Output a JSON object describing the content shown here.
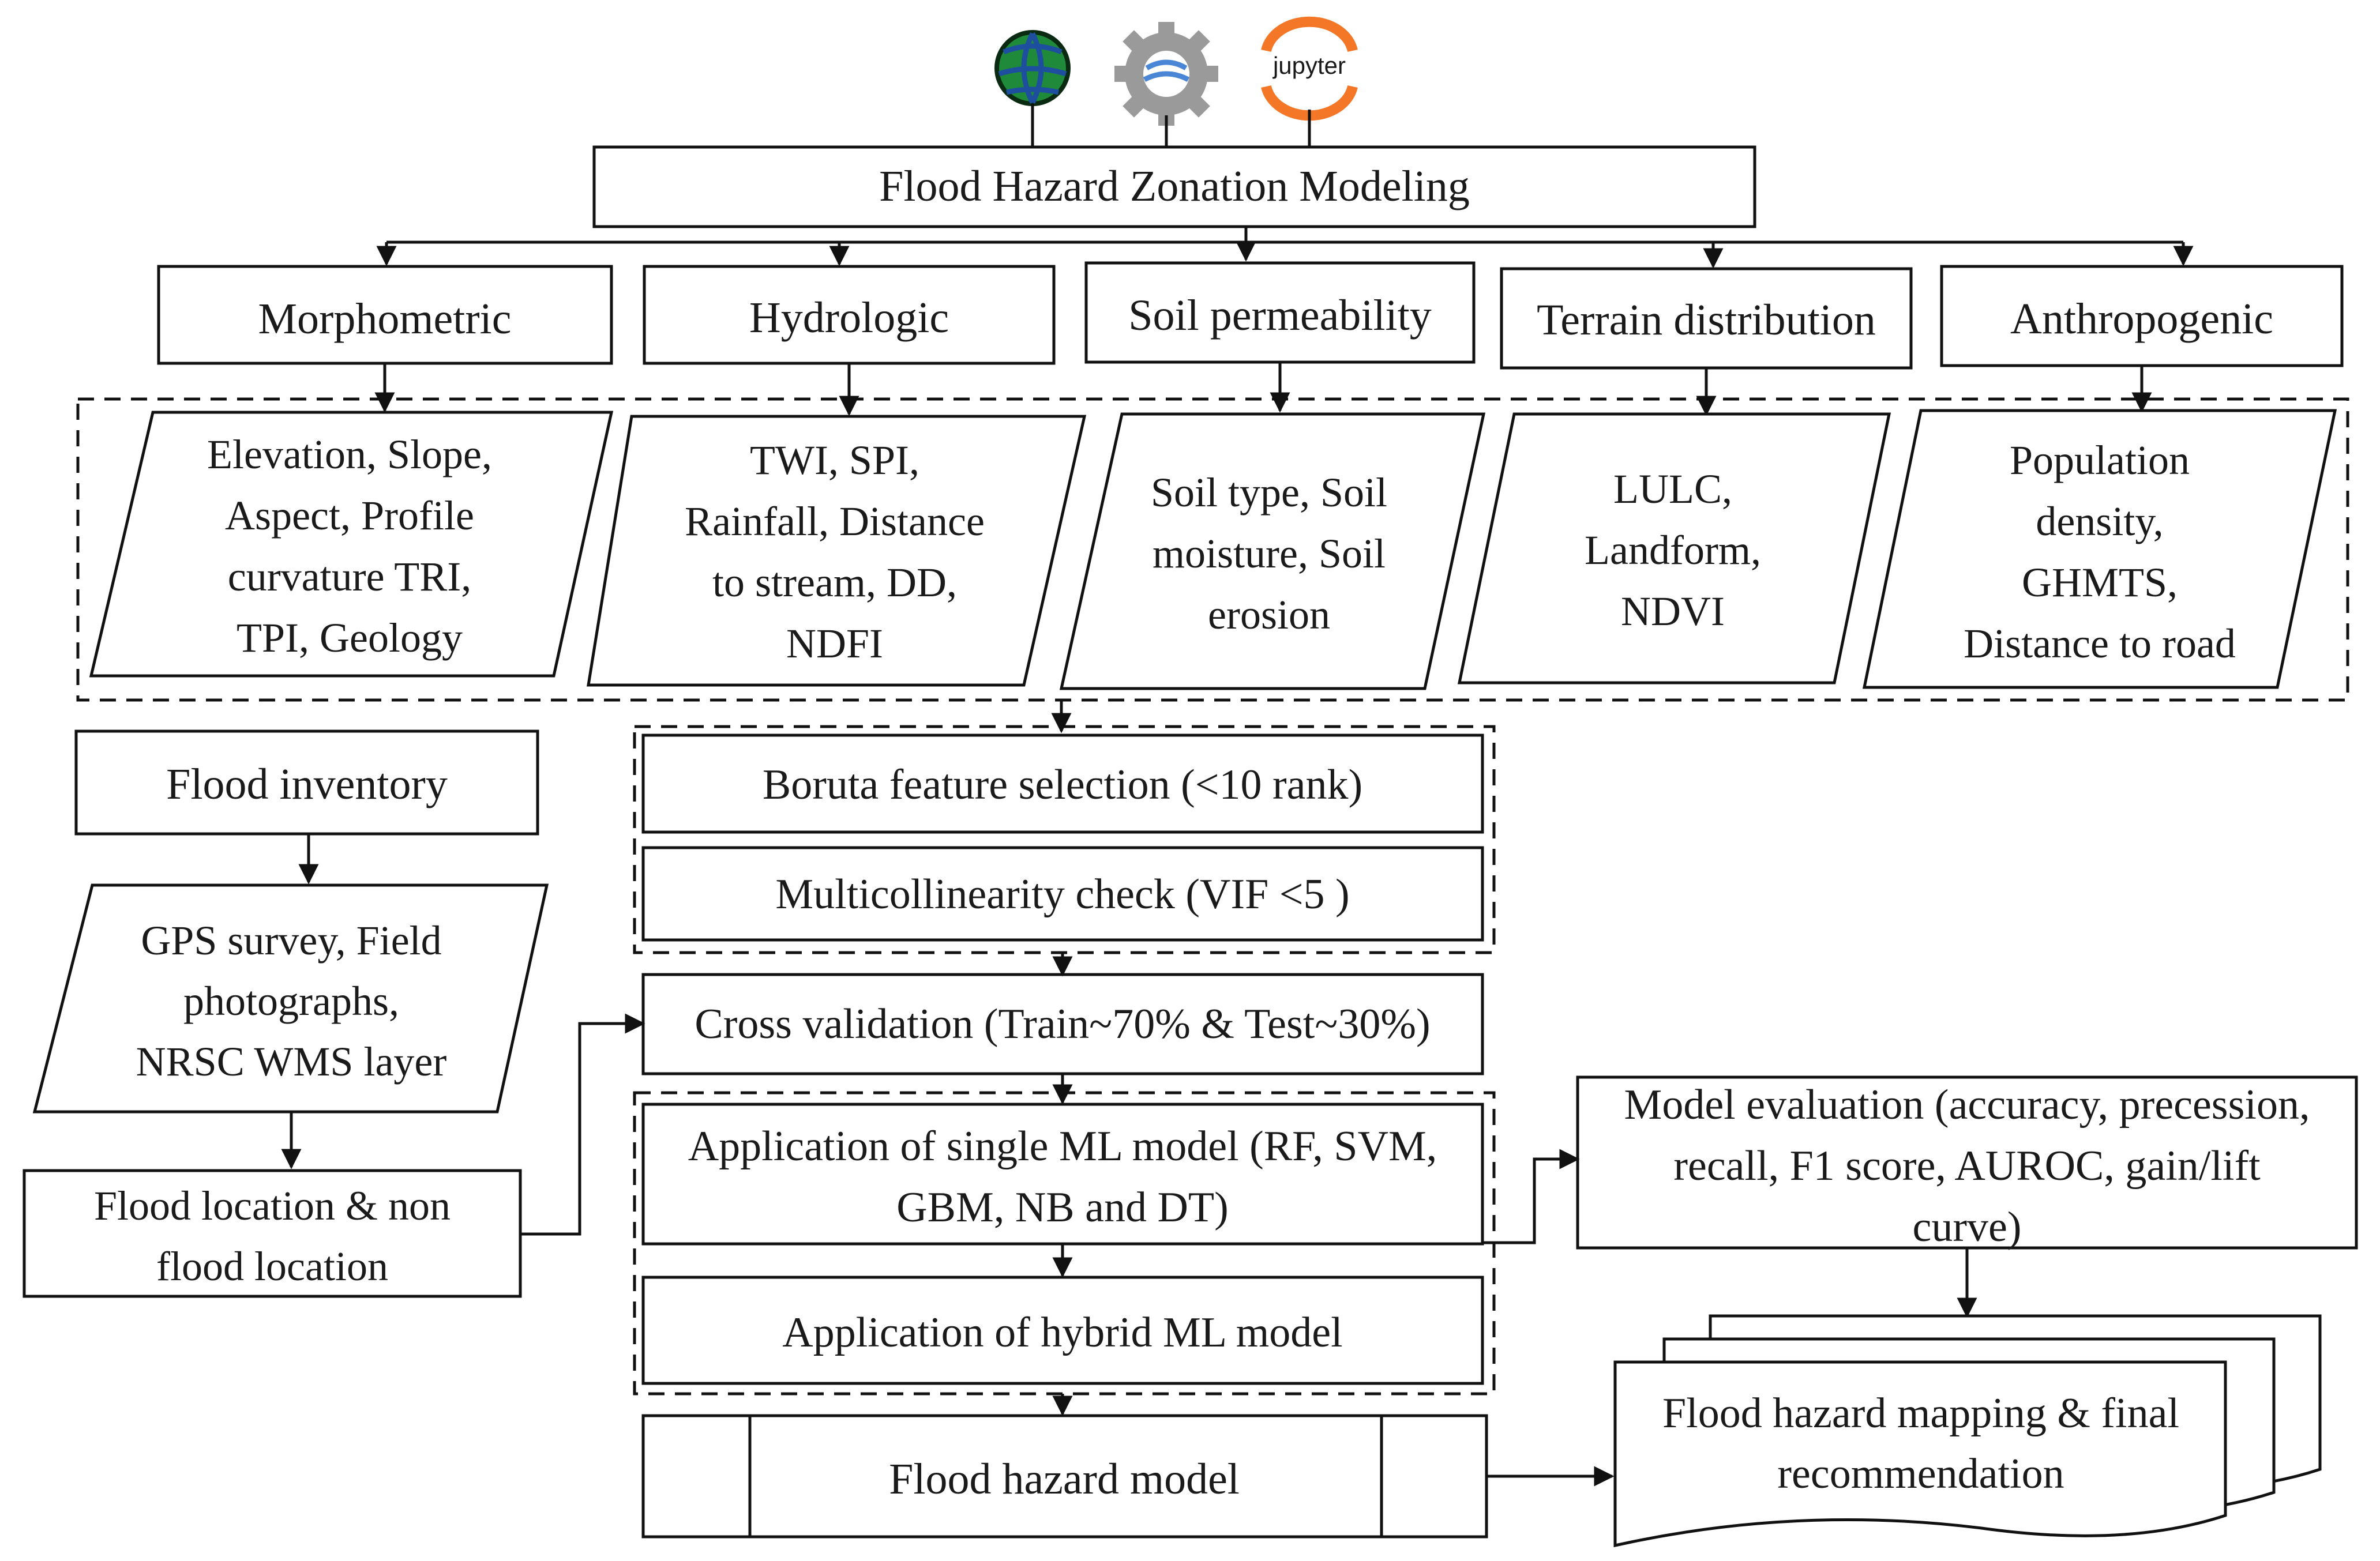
{
  "logos": [
    {
      "name": "qgis-globe-icon",
      "label": ""
    },
    {
      "name": "google-earth-engine-icon",
      "label": ""
    },
    {
      "name": "jupyter-icon",
      "label": "jupyter"
    }
  ],
  "title": "Flood Hazard Zonation Modeling",
  "categories": [
    {
      "label": "Morphometric",
      "factors": [
        "Elevation, Slope,",
        "Aspect, Profile",
        "curvature TRI,",
        "TPI, Geology"
      ]
    },
    {
      "label": "Hydrologic",
      "factors": [
        "TWI, SPI,",
        "Rainfall, Distance",
        "to stream, DD,",
        "NDFI"
      ]
    },
    {
      "label": "Soil permeability",
      "factors": [
        "Soil type, Soil",
        "moisture, Soil",
        "erosion"
      ]
    },
    {
      "label": "Terrain distribution",
      "factors": [
        "LULC,",
        "Landform,",
        "NDVI"
      ]
    },
    {
      "label": "Anthropogenic",
      "factors": [
        "Population",
        "density,",
        "GHMTS,",
        "Distance to road"
      ]
    }
  ],
  "inventory": {
    "title": "Flood inventory",
    "sources": [
      "GPS survey, Field",
      "photographs,",
      "NRSC WMS layer"
    ],
    "locations": [
      "Flood location & non",
      "flood location"
    ]
  },
  "pipeline": {
    "boruta": "Boruta feature selection (<10 rank)",
    "multicollinearity": "Multicollinearity check (VIF <5 )",
    "cross_validation": "Cross validation (Train~70% & Test~30%)",
    "single_ml": [
      "Application of single ML model (RF, SVM,",
      "GBM, NB and DT)"
    ],
    "hybrid_ml": "Application of hybrid ML model",
    "hazard_model": "Flood hazard model"
  },
  "evaluation": [
    "Model evaluation (accuracy, precession,",
    "recall, F1 score, AUROC, gain/lift",
    "curve)"
  ],
  "output": [
    "Flood hazard mapping & final",
    "recommendation"
  ]
}
